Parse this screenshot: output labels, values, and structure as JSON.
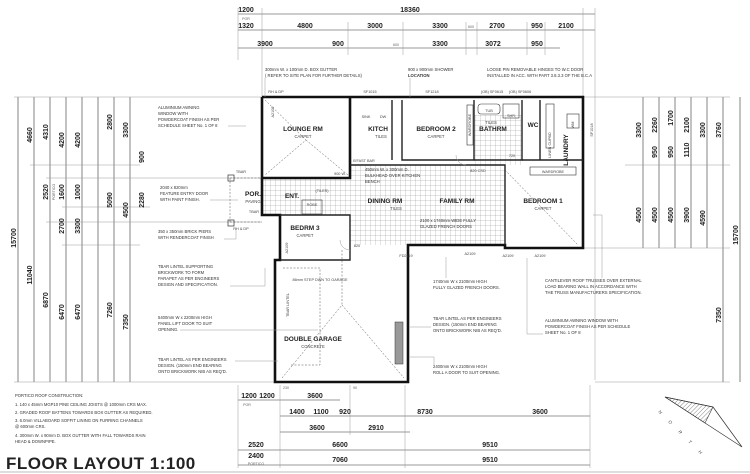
{
  "title": "FLOOR LAYOUT 1:100",
  "notes": {
    "heading": "PORTICO ROOF CONSTRUCTION:",
    "items": [
      "1.  140 x 45mm MGP10 PINE CEILING JOISTS @ 1000mm CRS MAX.",
      "2.  GRADED ROOF BATTENS TOWARDS BOX GUTTER AS REQUIRED.",
      "3.  6.0mm VILLABOARD SOFFIT LINING ON FURRING CHANNELS",
      "     @ 600mm CRS.",
      "4.  300mm W. x 90mm D. BOX GUTTER WITH FALL TOWARDS RAIN",
      "     HEAD & DOWNPIPE."
    ]
  },
  "rooms": {
    "lounge": {
      "name": "LOUNGE RM",
      "finish": "CARPET"
    },
    "kitchen": {
      "name": "KITCH",
      "finish": "TILES"
    },
    "bedroom2": {
      "name": "BEDROOM 2",
      "finish": "CARPET"
    },
    "bathroom": {
      "name": "BATHRM",
      "finish": "TILES"
    },
    "wc": {
      "name": "WC"
    },
    "laundry": {
      "name": "LAUNDRY"
    },
    "dining": {
      "name": "DINING RM",
      "finish": "TILES"
    },
    "family": {
      "name": "FAMILY RM"
    },
    "bedroom1": {
      "name": "BEDROOM 1",
      "finish": "CARPET"
    },
    "bedroom3": {
      "name": "BEDRM 3",
      "finish": "CARPET"
    },
    "garage": {
      "name": "DOUBLE GARAGE",
      "finish": "CONCRETE"
    },
    "porch": {
      "name": "POR.",
      "finish": "PAVING"
    },
    "entry": {
      "name": "ENT."
    }
  },
  "labels": {
    "tiles": "(TILES)",
    "robe": "ROBE",
    "wardrobe": "WARDROBE",
    "bfast": "B'FAST BAR",
    "bulkhead": [
      "450mm W. x 300mm D.",
      "BULKHEAD OVER KITCHEN",
      "BENCH"
    ],
    "csd": "820 CSD",
    "french": [
      "2100 x 1740mm WIDE FULLY",
      "GLAZED FRENCH DOORS"
    ],
    "step": "86mm STEP DWN TO GARAGE",
    "tbar_lintel": "TBAR LINTEL",
    "tbar": "TBAR",
    "w900": "900 W.",
    "tub": "TUB",
    "shr": "SHR",
    "sink": "SINK",
    "dw": "DW",
    "linen": "LINEN CUPBD",
    "wm": "WM",
    "fd2119": "FD2119",
    "a2109": "A2109",
    "sf1015": "SF1015",
    "sf1218": "SF1218",
    "sf0615": "(OB) SF0615",
    "sf0606": "(OB) SF0606",
    "sf1018": "SF1018",
    "rh_dp": "RH & DP",
    "d820": "820",
    "d720": "720"
  },
  "callouts": {
    "box_gutter": [
      "300mm W. x 100mm D. BOX GUTTER",
      "( REFER TO SITE PLAN FOR FURTHER DETAILS)"
    ],
    "shower": [
      "900 x 900mm SHOWER",
      "LOCATION"
    ],
    "hinges": [
      "LOOSE PIN REMOVABLE HINGES TO W.C DOOR",
      "INSTALLED IN ACC. WITH PART 3.8.3.3 OF THE B.C.A"
    ],
    "awning_left": [
      "ALUMINIUM AWNING",
      "WINDOW WITH",
      "POWDERCOAT FINISH AS PER",
      "SCHEDULE SHEET No. 1 OF 8"
    ],
    "entry_door": [
      "2040 x 820mm",
      "FEATURE ENTRY DOOR",
      "WITH PAINT FINISH."
    ],
    "piers": [
      "350 x 350mm BRICK PIERS",
      "WITH RENDERCOAT FINISH"
    ],
    "tbar_parapet": [
      "TBAR LINTEL SUPPORTING",
      "BRICKWORK TO FORM",
      "PARAPET AS PER ENGINEERS",
      "DESIGN AND SPECIFICATION."
    ],
    "panel_lift": [
      "5400mm W x 2200mm HIGH",
      "PANEL LIFT DOOR TO SUIT",
      "OPENING."
    ],
    "tbar_left": [
      "TBAR LINTEL AS PER ENGINEERS",
      "DESIGN. (150mm END BEARING",
      "ONTO BRICKWORK NIB AS REQ'D."
    ],
    "french_doors": [
      "1740mm W x 2100mm HIGH",
      "FULLY GLAZED FRENCH DOORS."
    ],
    "trusses": [
      "CANTILEVER ROOF TRUSSES OVER EXTERNAL",
      "LOAD BEARING WALL IN ACCORDANCE WITH",
      "THE TRUSS MANUFACTURERS SPECIFICATION."
    ],
    "tbar_right": [
      "TBAR LINTEL AS PER ENGINEERS",
      "DESIGN. (150mm END BEARING",
      "ONTO BRICKWORK NIB AS REQ'D."
    ],
    "awning_right": [
      "ALUMINIUM AWNING WINDOW WITH",
      "POWDERCOAT FINISH AS PER SCHEDULE",
      "SHEET No. 1 OF 8"
    ],
    "roll_door": [
      "2400mm W x 2100mm HIGH",
      "ROLL A DOOR TO SUIT OPENING."
    ]
  },
  "dims": {
    "top1": [
      "1200",
      "18360"
    ],
    "top_por": "POR",
    "top2": [
      "1320",
      "4800",
      "3000",
      "3300",
      "600",
      "2700",
      "950",
      "2100"
    ],
    "top3": [
      "3900",
      "900",
      "600",
      "3300",
      "3072",
      "950"
    ],
    "left": [
      "15700",
      "4660",
      "11040",
      "4310",
      "2520",
      "6870",
      "4200",
      "1600",
      "2700",
      "6470",
      "4200",
      "1000",
      "3300",
      "6470",
      "2800",
      "5090",
      "7260",
      "3300",
      "4500",
      "7350",
      "900",
      "2280"
    ],
    "left_portico": "PORTICO",
    "right": [
      "3300",
      "4500",
      "2260",
      "950",
      "4500",
      "1700",
      "950",
      "4500",
      "2100",
      "1110",
      "3900",
      "3300",
      "4590",
      "3760",
      "15700",
      "7350"
    ],
    "bottom1": [
      "1200",
      "1200",
      "3600"
    ],
    "bottom_por": "POR",
    "bottom2": [
      "1400",
      "1100",
      "920",
      "8730",
      "3600"
    ],
    "bottom3": [
      "3600",
      "2910"
    ],
    "bottom4": [
      "2520",
      "6600",
      "9510"
    ],
    "bottom5": [
      "2400",
      "7060",
      "9510"
    ],
    "bottom_portico": "PORTICO",
    "small": [
      "230",
      "90"
    ]
  },
  "compass": {
    "letters": [
      "N",
      "O",
      "R",
      "T",
      "H"
    ]
  }
}
